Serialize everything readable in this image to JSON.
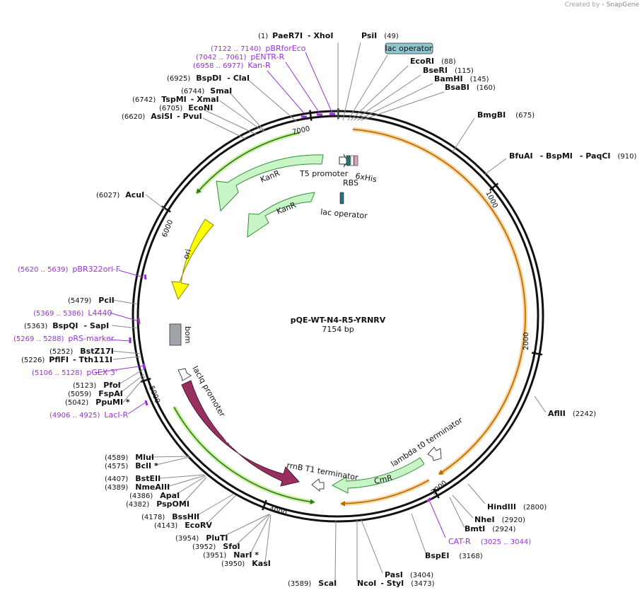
{
  "branding": {
    "created_by": "Created by",
    "app": "SnapGene"
  },
  "plasmid": {
    "name": "pQE-WT-N4-R5-YRNRV",
    "length_label": "7154 bp",
    "length": 7154
  },
  "ticks": [
    "1000",
    "2000",
    "3000",
    "4000",
    "5000",
    "6000",
    "7000"
  ],
  "features": [
    {
      "label": "T5 promoter",
      "color": "#ffffff"
    },
    {
      "label": "RBS",
      "color": "#ffffff"
    },
    {
      "label": "6xHis",
      "color": "#e8a0c8"
    },
    {
      "label": "KanR",
      "color": "#c8f5c8"
    },
    {
      "label": "KanR",
      "color": "#c8f5c8"
    },
    {
      "label": "lac operator",
      "color": "#2d6f72"
    },
    {
      "label": "ori",
      "color": "#ffff00"
    },
    {
      "label": "bom",
      "color": "#a0a4a8"
    },
    {
      "label": "lacIq promoter",
      "color": "#ffffff"
    },
    {
      "label": "lacI",
      "color": "#992f60"
    },
    {
      "label": "rrnB T1 terminator",
      "color": "#ffffff"
    },
    {
      "label": "CmR",
      "color": "#c8f5c8"
    },
    {
      "label": "lambda t0 terminator",
      "color": "#ffffff"
    }
  ],
  "lac_operator_box": "lac operator",
  "sites": [
    {
      "name": "PaeR7I",
      "name2": "XhoI",
      "pos": "(1)"
    },
    {
      "name": "PsiI",
      "pos": "(49)"
    },
    {
      "name": "EcoRI",
      "pos": "(88)"
    },
    {
      "name": "BseRI",
      "pos": "(115)"
    },
    {
      "name": "BamHI",
      "pos": "(145)"
    },
    {
      "name": "BsaBI",
      "pos": "(160)"
    },
    {
      "name": "BmgBI",
      "pos": "(675)"
    },
    {
      "name": "BfuAI",
      "name2": "BspMI",
      "name3": "PaqCI",
      "pos": "(910)"
    },
    {
      "name": "AflII",
      "pos": "(2242)"
    },
    {
      "name": "HindIII",
      "pos": "(2800)"
    },
    {
      "name": "NheI",
      "pos": "(2920)"
    },
    {
      "name": "BmtI",
      "pos": "(2924)"
    },
    {
      "name": "BspEI",
      "pos": "(3168)"
    },
    {
      "name": "PasI",
      "pos": "(3404)"
    },
    {
      "name": "NcoI",
      "name2": "StyI",
      "pos": "(3473)"
    },
    {
      "name": "ScaI",
      "pos": "(3589)"
    },
    {
      "name": "KasI",
      "pos": "(3950)"
    },
    {
      "name": "NarI *",
      "pos": "(3951)"
    },
    {
      "name": "SfoI",
      "pos": "(3952)"
    },
    {
      "name": "PluTI",
      "pos": "(3954)"
    },
    {
      "name": "EcoRV",
      "pos": "(4143)"
    },
    {
      "name": "BssHII",
      "pos": "(4178)"
    },
    {
      "name": "PspOMI",
      "pos": "(4382)"
    },
    {
      "name": "ApaI",
      "pos": "(4386)"
    },
    {
      "name": "NmeAIII",
      "pos": "(4389)"
    },
    {
      "name": "BstEII",
      "pos": "(4407)"
    },
    {
      "name": "BclI *",
      "pos": "(4575)"
    },
    {
      "name": "MluI",
      "pos": "(4589)"
    },
    {
      "name": "PpuMI *",
      "pos": "(5042)"
    },
    {
      "name": "FspAI",
      "pos": "(5059)"
    },
    {
      "name": "PfoI",
      "pos": "(5123)"
    },
    {
      "name": "PflFI",
      "name2": "Tth111I",
      "pos": "(5226)"
    },
    {
      "name": "BstZ17I",
      "pos": "(5252)"
    },
    {
      "name": "BspQI",
      "name2": "SapI",
      "pos": "(5363)"
    },
    {
      "name": "PciI",
      "pos": "(5479)"
    },
    {
      "name": "AcuI",
      "pos": "(6027)"
    },
    {
      "name": "AsiSI",
      "name2": "PvuI",
      "pos": "(6620)"
    },
    {
      "name": "EcoNI",
      "pos": "(6705)"
    },
    {
      "name": "TspMI",
      "name2": "XmaI",
      "pos": "(6742)"
    },
    {
      "name": "SmaI",
      "pos": "(6744)"
    },
    {
      "name": "BspDI",
      "name2": "ClaI",
      "pos": "(6925)"
    }
  ],
  "primers": [
    {
      "name": "pBRforEco",
      "range": "(7122 .. 7140)"
    },
    {
      "name": "pENTR-R",
      "range": "(7042 .. 7061)"
    },
    {
      "name": "Kan-R",
      "range": "(6958 .. 6977)"
    },
    {
      "name": "pBR322ori-F",
      "range": "(5620 .. 5639)"
    },
    {
      "name": "L4440",
      "range": "(5369 .. 5386)"
    },
    {
      "name": "pRS-marker",
      "range": "(5269 .. 5288)"
    },
    {
      "name": "pGEX 3'",
      "range": "(5106 .. 5128)"
    },
    {
      "name": "LacI-R",
      "range": "(4906 .. 4925)"
    },
    {
      "name": "CAT-R",
      "range": "(3025 .. 3044)"
    }
  ]
}
